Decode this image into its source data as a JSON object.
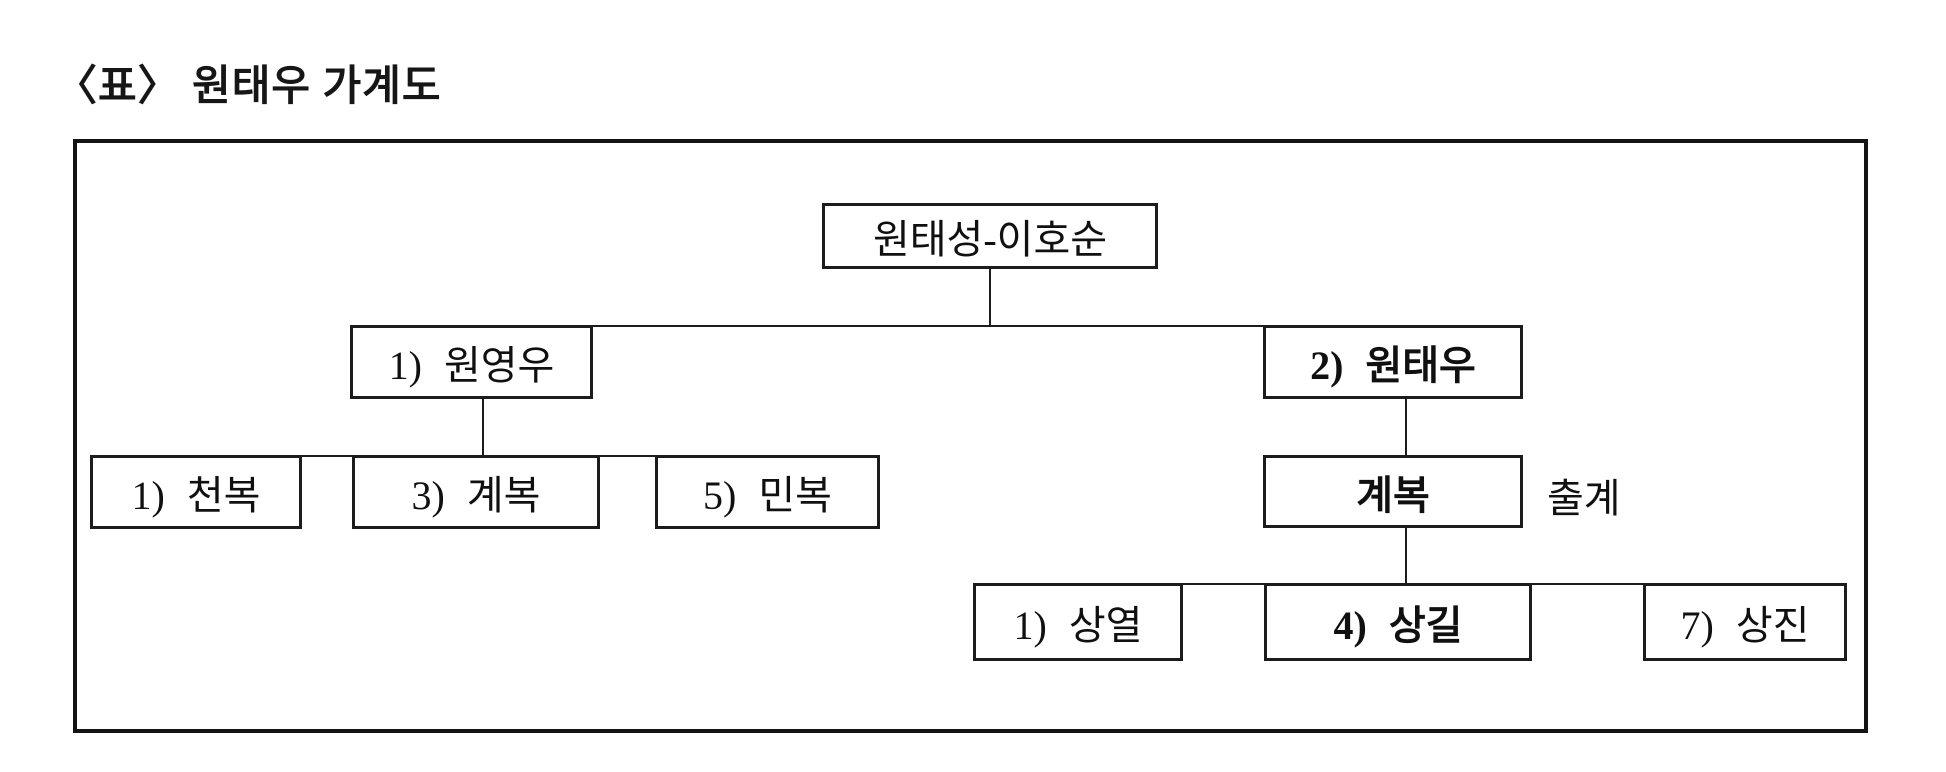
{
  "page_title": "〈표〉 원태우 가계도",
  "diagram": {
    "generation1": {
      "couple": "원태성-이호순"
    },
    "generation2": {
      "son1": "1) 원영우",
      "son2": "2) 원태우"
    },
    "generation3_left": {
      "child1": "1) 천복",
      "child2": "3) 계복",
      "child3": "5) 민복"
    },
    "generation3_right": {
      "adopted_son": "계복",
      "annotation": "출계"
    },
    "generation4": {
      "child1": "1) 상열",
      "child2": "4) 상길",
      "child3": "7) 상진"
    }
  },
  "colors": {
    "line": "#1c1c1c",
    "text": "#101010",
    "background": "#ffffff"
  }
}
